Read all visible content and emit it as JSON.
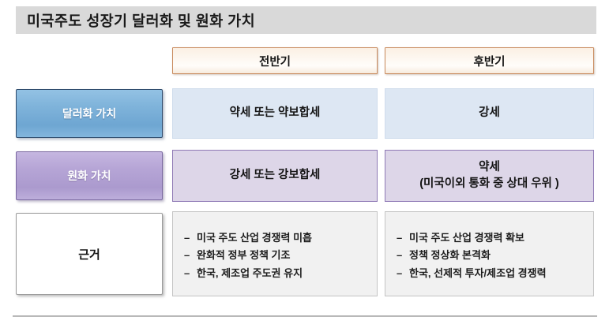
{
  "title": "미국주도 성장기 달러화 및 원화 가치",
  "columns": [
    {
      "label": "전반기"
    },
    {
      "label": "후반기"
    }
  ],
  "rows": [
    {
      "label": "달러화 가치",
      "first_half": "약세 또는 약보합세",
      "second_half": "강세"
    },
    {
      "label": "원화 가치",
      "first_half": "강세 또는 강보합세",
      "second_half_line1": "약세",
      "second_half_line2": "(미국이외 통화 중 상대 우위 )"
    },
    {
      "label": "근거",
      "first_half_bullets": [
        "미국 주도 산업 경쟁력 미흡",
        "완화적 정부 정책 기조",
        "한국, 제조업 주도권 유지"
      ],
      "second_half_bullets": [
        "미국 주도 산업 경쟁력 확보",
        "정책 정상화 본격화",
        "한국, 선제적 투자/제조업 경쟁력"
      ]
    }
  ],
  "bullet_marker": "–",
  "colors": {
    "title_banner": "#d9d9d9",
    "header_border": "#c98b5e",
    "header_fill": "#fdf7f0",
    "dollar_label": "#7fb3da",
    "dollar_label_border": "#2e4a6b",
    "won_label": "#b6a5d6",
    "won_label_border": "#7a68a0",
    "dollar_cell": "#dde7f3",
    "won_cell": "#ddd6e8",
    "won_cell_border": "#8e79b5",
    "basis_cell": "#f1f1f1",
    "basis_cell_border": "#c4c4c4",
    "text": "#141414"
  }
}
